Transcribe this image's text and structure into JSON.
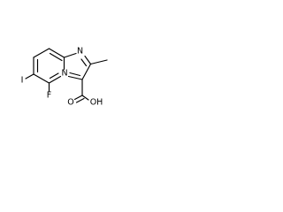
{
  "structure": {
    "atoms": {
      "nitrogen_imine": "N",
      "nitrogen_bridge": "N",
      "iodine": "I",
      "fluorine": "F",
      "carbonyl_oxygen": "O",
      "hydroxyl": "OH"
    },
    "colors": {
      "bond": "#000000",
      "label": "#000000",
      "background": "#ffffff"
    }
  }
}
